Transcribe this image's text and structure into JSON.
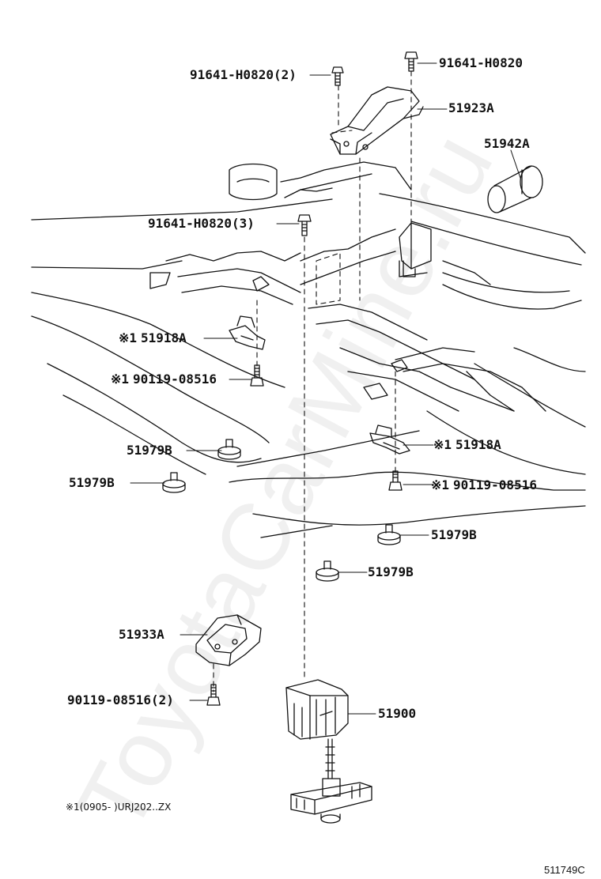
{
  "watermark": "ToyotaCarMine.ru",
  "labels": {
    "bolt_top_left": "91641-H0820(2)",
    "bolt_top_right": "91641-H0820",
    "bracket_top": "51923A",
    "sleeve": "51942A",
    "bolt_mid": "91641-H0820(3)",
    "clamp_left": "51918A",
    "clamp_left_mark": "※1",
    "bolt_left": "90119-08516",
    "bolt_left_mark": "※1",
    "cushion_1": "51979B",
    "cushion_2": "51979B",
    "clamp_right": "51918A",
    "clamp_right_mark": "※1",
    "bolt_right": "90119-08516",
    "bolt_right_mark": "※1",
    "cushion_3": "51979B",
    "cushion_4": "51979B",
    "bracket_lower": "51933A",
    "bolt_lower": "90119-08516(2)",
    "carrier": "51900"
  },
  "footnote": "※1(0905-        )URJ202..ZX",
  "diagram_code": "511749C",
  "colors": {
    "line": "#111111",
    "watermark": "#e8e8e8"
  }
}
